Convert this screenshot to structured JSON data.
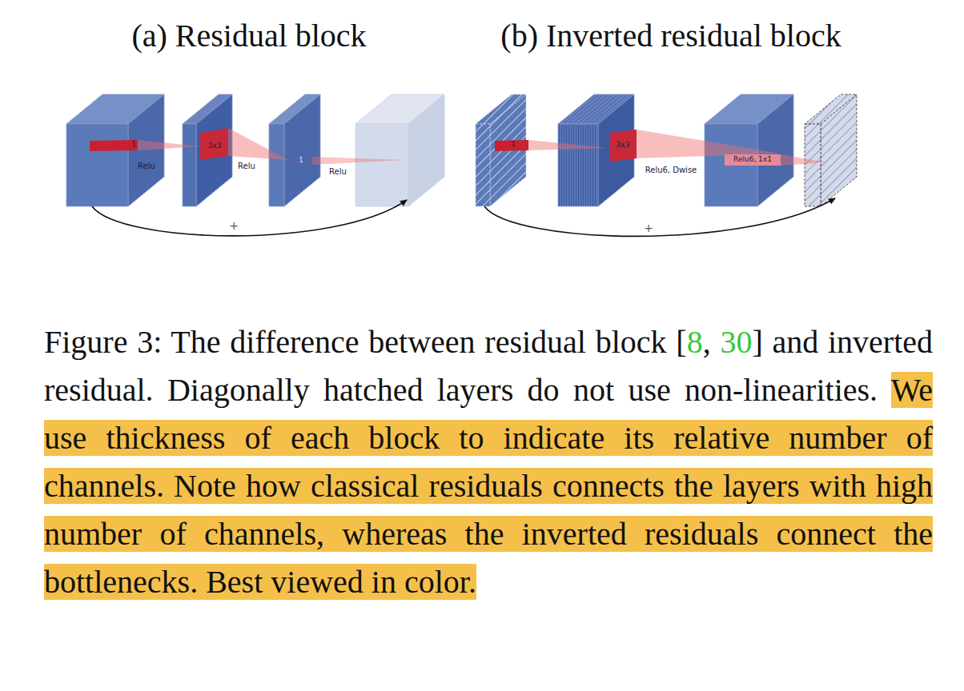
{
  "diagram": {
    "caption": "Figure 3: The difference between residual block [8, 30] and inverted residual. Diagonally hatched layers do not use non-linearities. We use thickness of each block to indicate its relative number of channels. Note how classical residuals connects the layers with high number of channels, whereas the inverted residuals connect the bottlenecks. Best viewed in color.",
    "labels": [
      "(a) Residual block",
      "(b) Inverted residual block",
      "1",
      "Relu",
      "3x3",
      "Relu",
      "1",
      "Relu",
      "+",
      "1",
      "3x3",
      "Relu6, Dwise",
      "Relu6, 1x1",
      "+"
    ]
  }
}
